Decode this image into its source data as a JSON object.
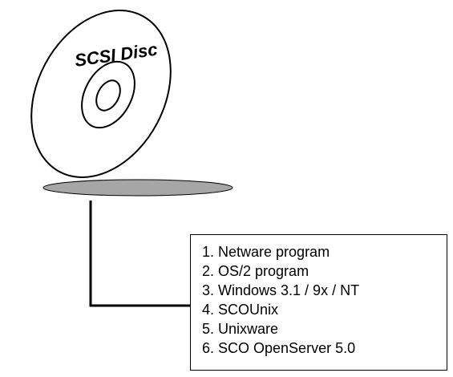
{
  "disc": {
    "label": "SCSI Disc"
  },
  "contents": {
    "items": [
      "1. Netware program",
      "2. OS/2 program",
      "3. Windows 3.1 / 9x / NT",
      "4. SCOUnix",
      "5. Unixware",
      "6. SCO OpenServer 5.0"
    ]
  },
  "colors": {
    "shadow": "#a6a6a6",
    "ink": "#000000",
    "background": "#ffffff"
  }
}
